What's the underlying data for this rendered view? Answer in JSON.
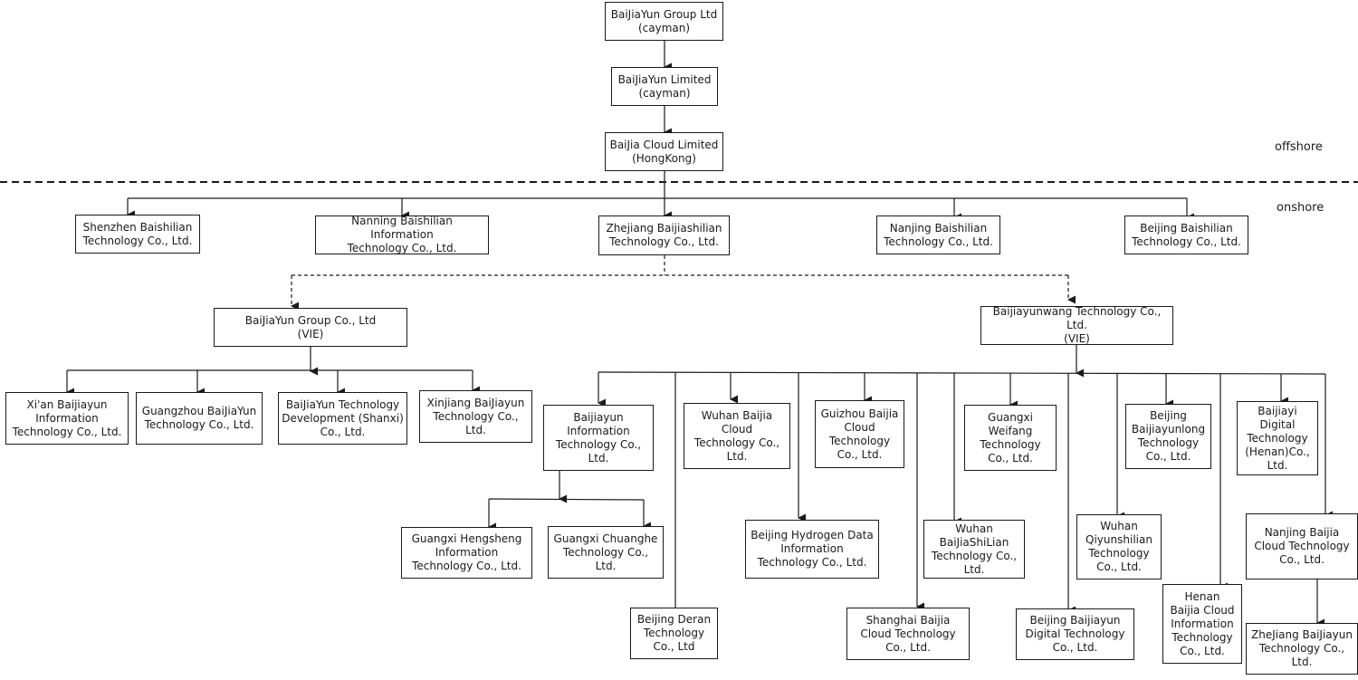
{
  "zones": {
    "offshore": "offshore",
    "onshore": "onshore"
  },
  "entities": {
    "cayman_group": "BaiJiaYun Group Ltd\n(cayman)",
    "cayman_limited": "BaiJiaYun Limited\n(cayman)",
    "hk": "BaiJia Cloud Limited\n(HongKong)",
    "shenzhen": "Shenzhen Baishilian\nTechnology Co., Ltd.",
    "nanning": "Nanning Baishilian Information\nTechnology Co., Ltd.",
    "zhejiang_wfoe": "Zhejiang Baijiashilian\nTechnology Co., Ltd.",
    "nanjing_bsl": "Nanjing Baishilian\nTechnology Co., Ltd.",
    "beijing_bsl": "Beijing Baishilian\nTechnology Co., Ltd.",
    "vie_group": "BaiJiaYun Group Co., Ltd\n(VIE)",
    "vie_wang": "Baijiayunwang Technology Co., Ltd.\n(VIE)",
    "xian": "Xi'an Baijiayun\nInformation\nTechnology Co., Ltd.",
    "guangzhou": "Guangzhou BaiJiaYun\nTechnology Co., Ltd.",
    "shanxi": "BaiJiaYun Technology\nDevelopment (Shanxi)\nCo., Ltd.",
    "xinjiang": "Xinjiang BaiJiayun\nTechnology Co.,\nLtd.",
    "bjy_info": "Baijiayun\nInformation\nTechnology Co.,\nLtd.",
    "wuhan_cloud": "Wuhan Baijia\nCloud\nTechnology Co.,\nLtd.",
    "guizhou": "Guizhou Baijia\nCloud\nTechnology\nCo., Ltd.",
    "guangxi_weifang": "Guangxi\nWeifang\nTechnology\nCo., Ltd.",
    "beijing_yunlong": "Beijing\nBaijiayunlong\nTechnology\nCo., Ltd.",
    "baijiayi": "Baijiayi\nDigital\nTechnology\n(Henan)Co.,\nLtd.",
    "guangxi_hengsheng": "Guangxi Hengsheng\nInformation\nTechnology Co., Ltd.",
    "guangxi_chuanghe": "Guangxi Chuanghe\nTechnology Co.,\nLtd.",
    "beijing_hydrogen": "Beijing Hydrogen Data\nInformation\nTechnology Co., Ltd.",
    "wuhan_shilian": "Wuhan\nBaiJiaShiLian\nTechnology Co.,\nLtd.",
    "wuhan_qiyun": "Wuhan\nQiyunshilian\nTechnology\nCo., Ltd.",
    "nanjing_cloud": "Nanjing Baijia\nCloud Technology\nCo., Ltd.",
    "beijing_deran": "Beijing Deran\nTechnology\nCo., Ltd",
    "shanghai_cloud": "Shanghai Baijia\nCloud Technology\nCo., Ltd.",
    "beijing_digital": "Beijing Baijiayun\nDigital Technology\nCo., Ltd.",
    "henan_cloud": "Henan\nBaijia Cloud\nInformation\nTechnology\nCo., Ltd.",
    "zhejiang_bjy": "ZheJiang BaiJiayun\nTechnology Co.,\nLtd."
  }
}
